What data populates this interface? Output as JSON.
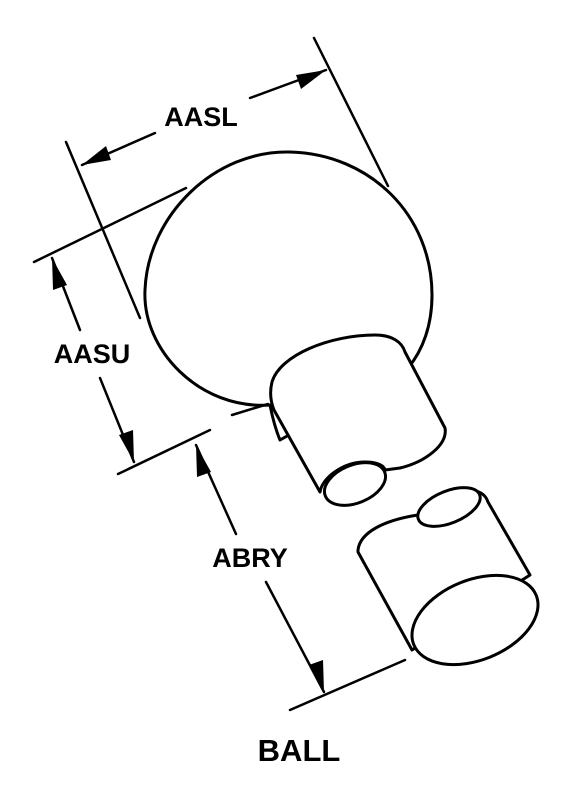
{
  "diagram": {
    "dimensions": {
      "aasl": "AASL",
      "aasu": "AASU",
      "abry": "ABRY"
    },
    "part_name": "BALL",
    "colors": {
      "line": "#000000",
      "background": "#ffffff"
    }
  }
}
